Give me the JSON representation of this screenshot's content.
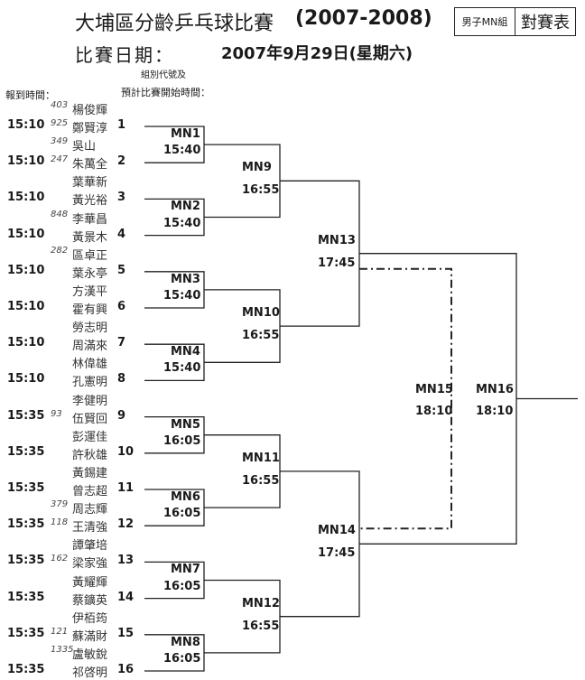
{
  "header": {
    "title": "大埔區分齡乒乓球比賽",
    "year": "(2007-2008)",
    "category": "男子MN組",
    "sheet_type": "對賽表",
    "date_label": "比賽日期：",
    "date": "2007年9月29日(星期六)"
  },
  "notes": {
    "group_code": "組別代號及",
    "start_time": "預計比賽開始時間：",
    "arrival": "報到時間："
  },
  "round1": [
    {
      "code": "MN1",
      "time": "15:40",
      "players": [
        {
          "seed": "1",
          "name": "鄭賢淳",
          "arrive": "15:10",
          "hw": "925",
          "name_above": "楊俊輝",
          "hw_above": "403"
        },
        {
          "seed": "2",
          "name": "朱萬全",
          "arrive": "15:10",
          "hw": "247",
          "name_above": "吳山",
          "hw_above": "349"
        }
      ]
    },
    {
      "code": "MN2",
      "time": "15:40",
      "players": [
        {
          "seed": "3",
          "name": "黃光裕",
          "arrive": "15:10",
          "hw": "",
          "name_above": "葉華新",
          "hw_above": ""
        },
        {
          "seed": "4",
          "name": "黃景木",
          "arrive": "15:10",
          "hw": "",
          "name_above": "李華昌",
          "hw_above": "848"
        }
      ]
    },
    {
      "code": "MN3",
      "time": "15:40",
      "players": [
        {
          "seed": "5",
          "name": "葉永亭",
          "arrive": "15:10",
          "hw": "",
          "name_above": "區卓正",
          "hw_above": "282"
        },
        {
          "seed": "6",
          "name": "霍有興",
          "arrive": "15:10",
          "hw": "",
          "name_above": "方漢平",
          "hw_above": ""
        }
      ]
    },
    {
      "code": "MN4",
      "time": "15:40",
      "players": [
        {
          "seed": "7",
          "name": "周滿來",
          "arrive": "15:10",
          "hw": "",
          "name_above": "勞志明",
          "hw_above": ""
        },
        {
          "seed": "8",
          "name": "孔憲明",
          "arrive": "15:10",
          "hw": "",
          "name_above": "林偉雄",
          "hw_above": ""
        }
      ]
    },
    {
      "code": "MN5",
      "time": "16:05",
      "players": [
        {
          "seed": "9",
          "name": "伍賢回",
          "arrive": "15:35",
          "hw": "93",
          "name_above": "李健明",
          "hw_above": ""
        },
        {
          "seed": "10",
          "name": "許秋雄",
          "arrive": "15:35",
          "hw": "",
          "name_above": "彭運佳",
          "hw_above": ""
        }
      ]
    },
    {
      "code": "MN6",
      "time": "16:05",
      "players": [
        {
          "seed": "11",
          "name": "曾志超",
          "arrive": "15:35",
          "hw": "",
          "name_above": "黃錫建",
          "hw_above": ""
        },
        {
          "seed": "12",
          "name": "王清強",
          "arrive": "15:35",
          "hw": "118",
          "name_above": "周志輝",
          "hw_above": "379"
        }
      ]
    },
    {
      "code": "MN7",
      "time": "16:05",
      "players": [
        {
          "seed": "13",
          "name": "梁家強",
          "arrive": "15:35",
          "hw": "162",
          "name_above": "譚肇培",
          "hw_above": ""
        },
        {
          "seed": "14",
          "name": "蔡鑛英",
          "arrive": "15:35",
          "hw": "",
          "name_above": "黃耀輝",
          "hw_above": ""
        }
      ]
    },
    {
      "code": "MN8",
      "time": "16:05",
      "players": [
        {
          "seed": "15",
          "name": "蘇滿財",
          "arrive": "15:35",
          "hw": "121",
          "name_above": "伊栢筠",
          "hw_above": ""
        },
        {
          "seed": "16",
          "name": "祁啓明",
          "arrive": "15:35",
          "hw": "",
          "name_above": "盧敏銳",
          "hw_above": "1335"
        }
      ]
    }
  ],
  "round2": [
    {
      "code": "MN9",
      "time": "16:55"
    },
    {
      "code": "MN10",
      "time": "16:55"
    },
    {
      "code": "MN11",
      "time": "16:55"
    },
    {
      "code": "MN12",
      "time": "16:55"
    }
  ],
  "semis": [
    {
      "code": "MN13",
      "time": "17:45"
    },
    {
      "code": "MN14",
      "time": "17:45"
    }
  ],
  "third_place": {
    "code": "MN15",
    "time": "18:10"
  },
  "final": {
    "code": "MN16",
    "time": "18:10"
  },
  "colors": {
    "ink": "#1a1a1a",
    "line": "#222222"
  }
}
